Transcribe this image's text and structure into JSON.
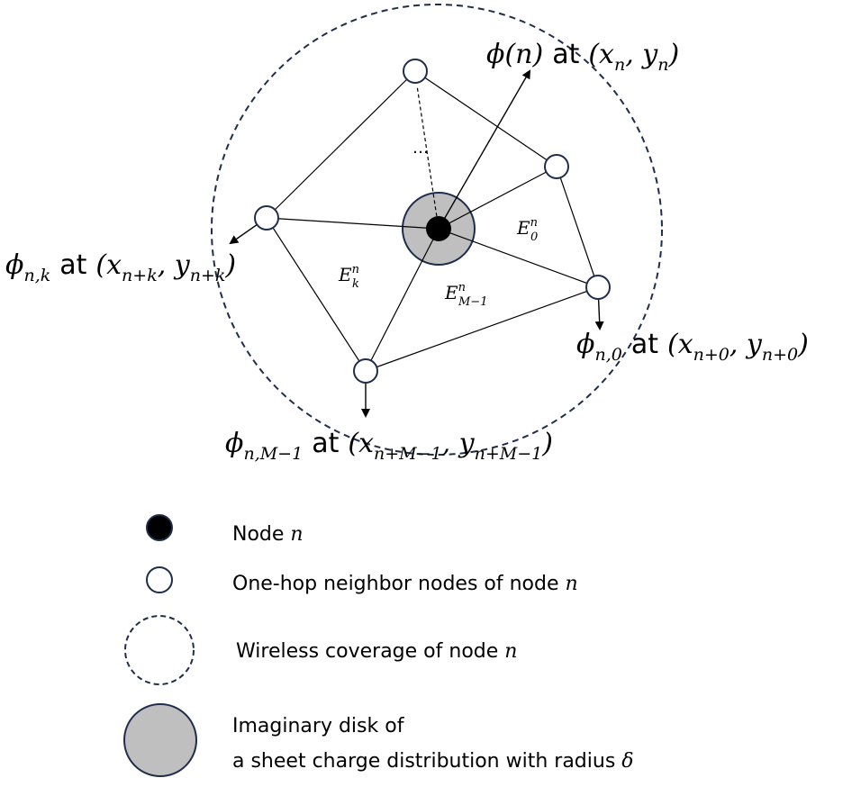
{
  "diagram": {
    "labels": {
      "phi_n": {
        "lhs": "ϕ(n)",
        "at": "at",
        "rhs": "(x",
        "rhs_sub": "n",
        "rhs_mid": ", y",
        "rhs_sub2": "n",
        "rhs_end": ")"
      },
      "phi_nk": {
        "base": "ϕ",
        "sub": "n,k",
        "at": "at",
        "open": "(x",
        "sub_x": "n+k",
        "mid": ", y",
        "sub_y": "n+k",
        "close": ")"
      },
      "phi_n0": {
        "base": "ϕ",
        "sub": "n,0",
        "at": "at",
        "open": "(x",
        "sub_x": "n+0",
        "mid": ", y",
        "sub_y": "n+0",
        "close": ")"
      },
      "phi_nM1": {
        "base": "ϕ",
        "sub": "n,M−1",
        "at": "at",
        "open": "(x",
        "sub_x": "n+M−1",
        "mid": ", y",
        "sub_y": "n+M−1",
        "close": ")"
      },
      "ellipsis": "…",
      "E0": {
        "base": "E",
        "sup": "n",
        "sub": "0"
      },
      "Ek": {
        "base": "E",
        "sup": "n",
        "sub": "k"
      },
      "EM1": {
        "base": "E",
        "sup": "n",
        "sub": "M−1"
      }
    },
    "colors": {
      "coverage_dash": "#1f2d4d",
      "node_stroke": "#1f2d4d",
      "disk_fill": "#bfbfbf",
      "center_node": "#000000",
      "edge": "#000000"
    }
  },
  "legend": {
    "items": [
      {
        "symbol": "center-node",
        "text": "Node ",
        "var": "n"
      },
      {
        "symbol": "neighbor-node",
        "text": "One-hop neighbor nodes of node ",
        "var": "n"
      },
      {
        "symbol": "coverage-circle",
        "text": "Wireless coverage of node ",
        "var": "n"
      },
      {
        "symbol": "charge-disk",
        "text_line1": "Imaginary disk of",
        "text_line2": "a sheet charge distribution with radius ",
        "var": "δ"
      }
    ]
  }
}
